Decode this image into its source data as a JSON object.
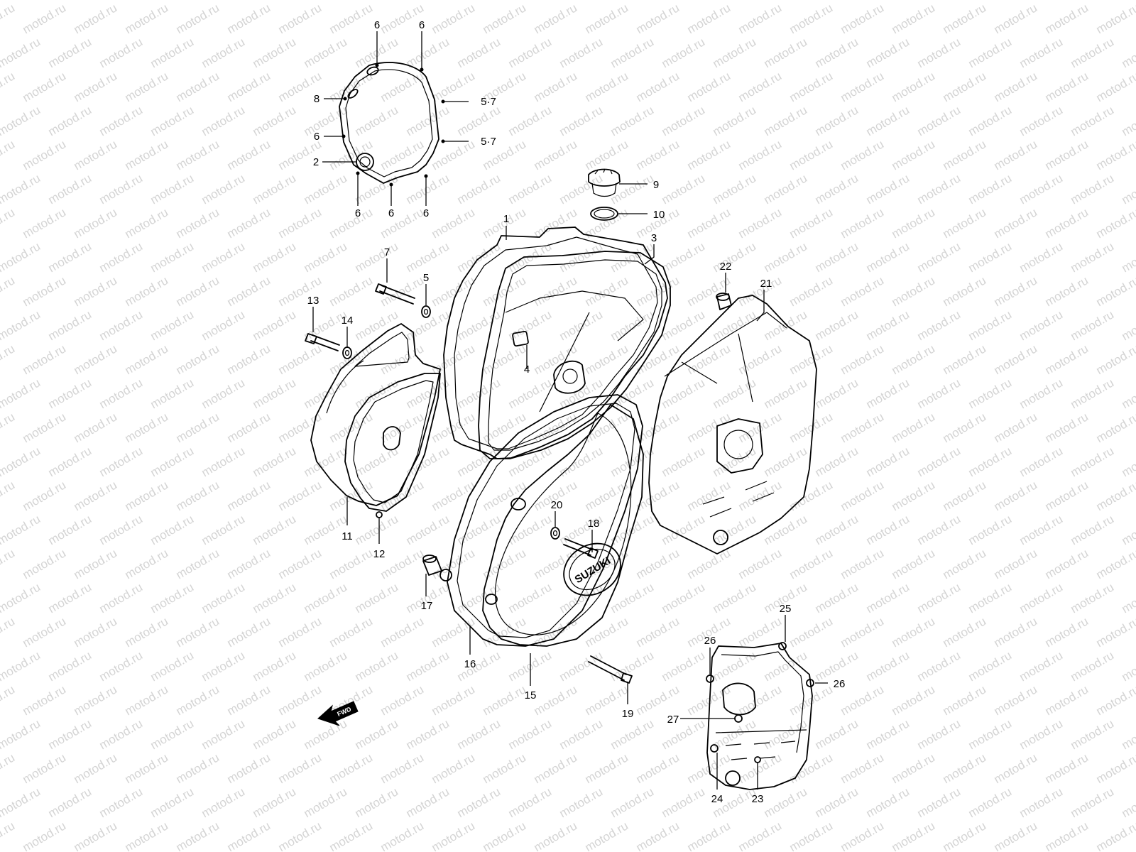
{
  "watermark": {
    "text": "motod.ru"
  },
  "emblem": {
    "brand_text": "SUZUKI"
  },
  "fwd_arrow": {
    "text": "FWD"
  },
  "callouts": [
    {
      "id": "c6a",
      "label": "6"
    },
    {
      "id": "c6b",
      "label": "6"
    },
    {
      "id": "c8",
      "label": "8"
    },
    {
      "id": "c57a",
      "label": "5·7"
    },
    {
      "id": "c6c",
      "label": "6"
    },
    {
      "id": "c57b",
      "label": "5·7"
    },
    {
      "id": "c2",
      "label": "2"
    },
    {
      "id": "c6d",
      "label": "6"
    },
    {
      "id": "c6e",
      "label": "6"
    },
    {
      "id": "c6f",
      "label": "6"
    },
    {
      "id": "c9",
      "label": "9"
    },
    {
      "id": "c10",
      "label": "10"
    },
    {
      "id": "c1",
      "label": "1"
    },
    {
      "id": "c3",
      "label": "3"
    },
    {
      "id": "c7",
      "label": "7"
    },
    {
      "id": "c5",
      "label": "5"
    },
    {
      "id": "c13",
      "label": "13"
    },
    {
      "id": "c14",
      "label": "14"
    },
    {
      "id": "c22",
      "label": "22"
    },
    {
      "id": "c21",
      "label": "21"
    },
    {
      "id": "c4",
      "label": "4"
    },
    {
      "id": "c11",
      "label": "11"
    },
    {
      "id": "c12",
      "label": "12"
    },
    {
      "id": "c20",
      "label": "20"
    },
    {
      "id": "c18",
      "label": "18"
    },
    {
      "id": "c17",
      "label": "17"
    },
    {
      "id": "c16",
      "label": "16"
    },
    {
      "id": "c15",
      "label": "15"
    },
    {
      "id": "c19",
      "label": "19"
    },
    {
      "id": "c25",
      "label": "25"
    },
    {
      "id": "c26a",
      "label": "26"
    },
    {
      "id": "c26b",
      "label": "26"
    },
    {
      "id": "c27",
      "label": "27"
    },
    {
      "id": "c24",
      "label": "24"
    },
    {
      "id": "c23",
      "label": "23"
    }
  ]
}
